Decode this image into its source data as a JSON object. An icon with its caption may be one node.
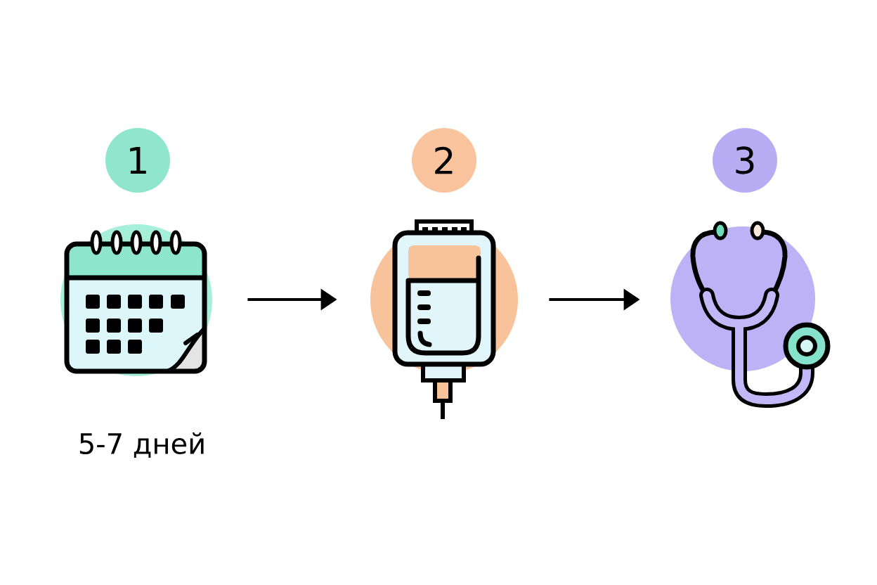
{
  "diagram": {
    "nodes": [
      {
        "text": [
          "1"
        ]
      },
      {
        "text": [
          "2"
        ]
      },
      {
        "text": [
          "3"
        ]
      },
      {
        "text": [],
        "shape": "picture",
        "beside": [
          "5-7 дней"
        ]
      },
      {
        "text": [],
        "shape": "picture"
      },
      {
        "text": [],
        "shape": "picture"
      }
    ],
    "edges": [
      {
        "from": 3,
        "to": 4,
        "arrow": "to"
      },
      {
        "from": 4,
        "to": 5,
        "arrow": "to"
      }
    ]
  }
}
